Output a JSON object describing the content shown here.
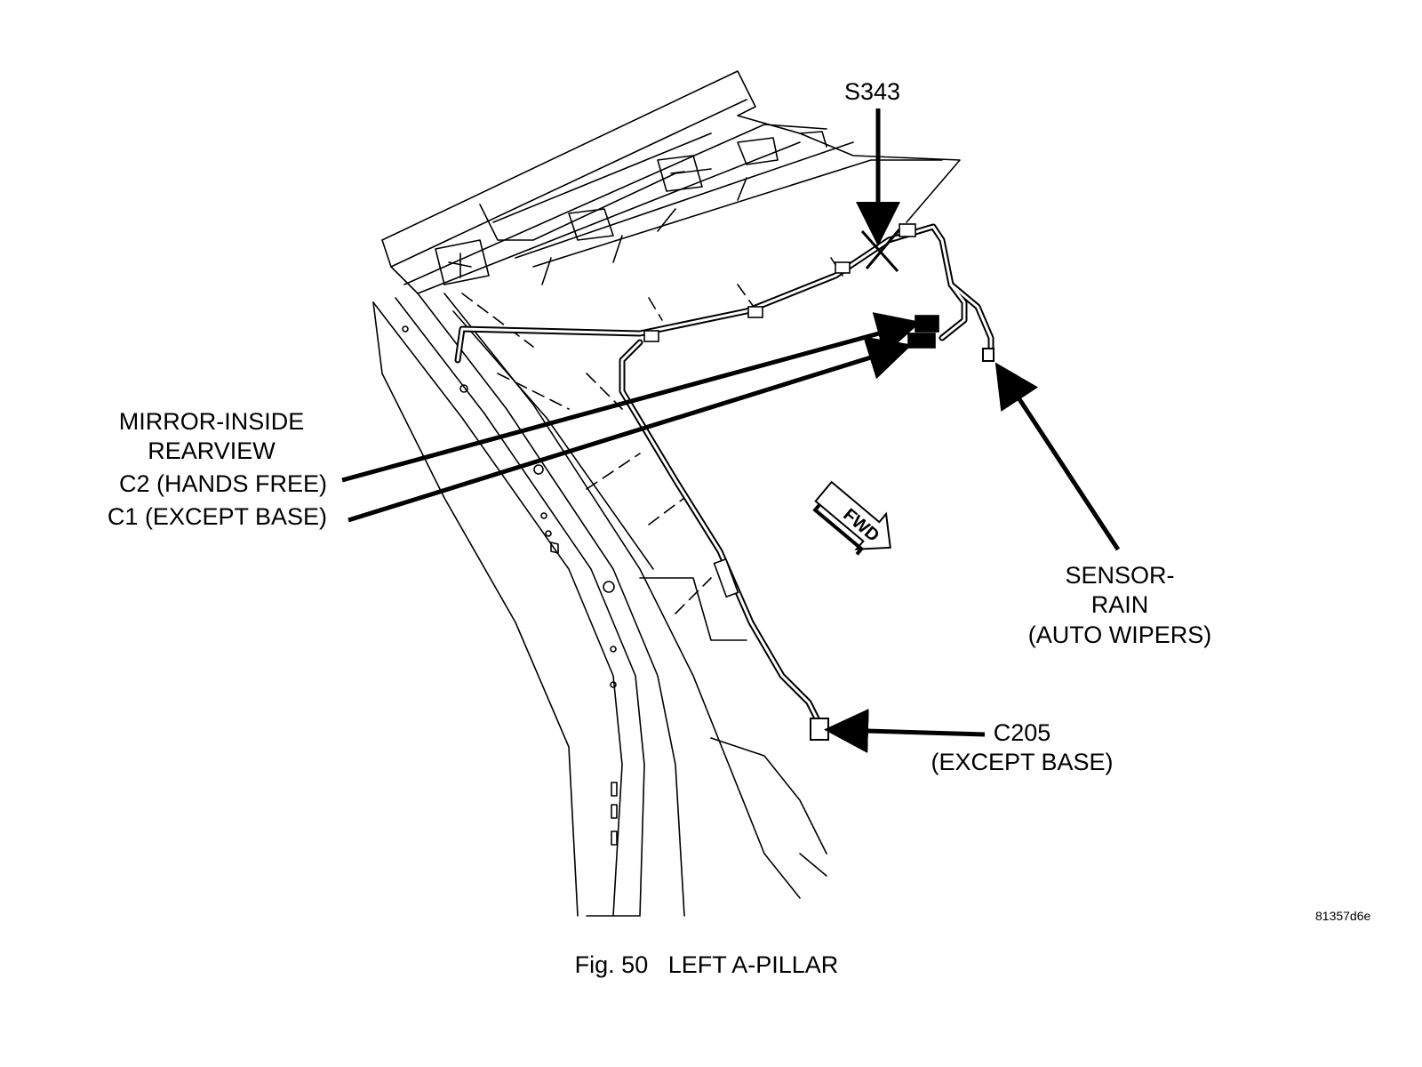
{
  "labels": {
    "s343": "S343",
    "mirror_line1": "MIRROR-INSIDE",
    "mirror_line2": "REARVIEW",
    "c2": "C2 (HANDS FREE)",
    "c1": "C1 (EXCEPT BASE)",
    "sensor_line1": "SENSOR-",
    "sensor_line2": "RAIN",
    "sensor_line3": "(AUTO WIPERS)",
    "c205_line1": "C205",
    "c205_line2": "(EXCEPT BASE)",
    "fwd": "FWD"
  },
  "image_code": "81357d6e",
  "caption": "Fig. 50   LEFT A-PILLAR",
  "colors": {
    "ink": "#000000",
    "background": "#ffffff"
  }
}
